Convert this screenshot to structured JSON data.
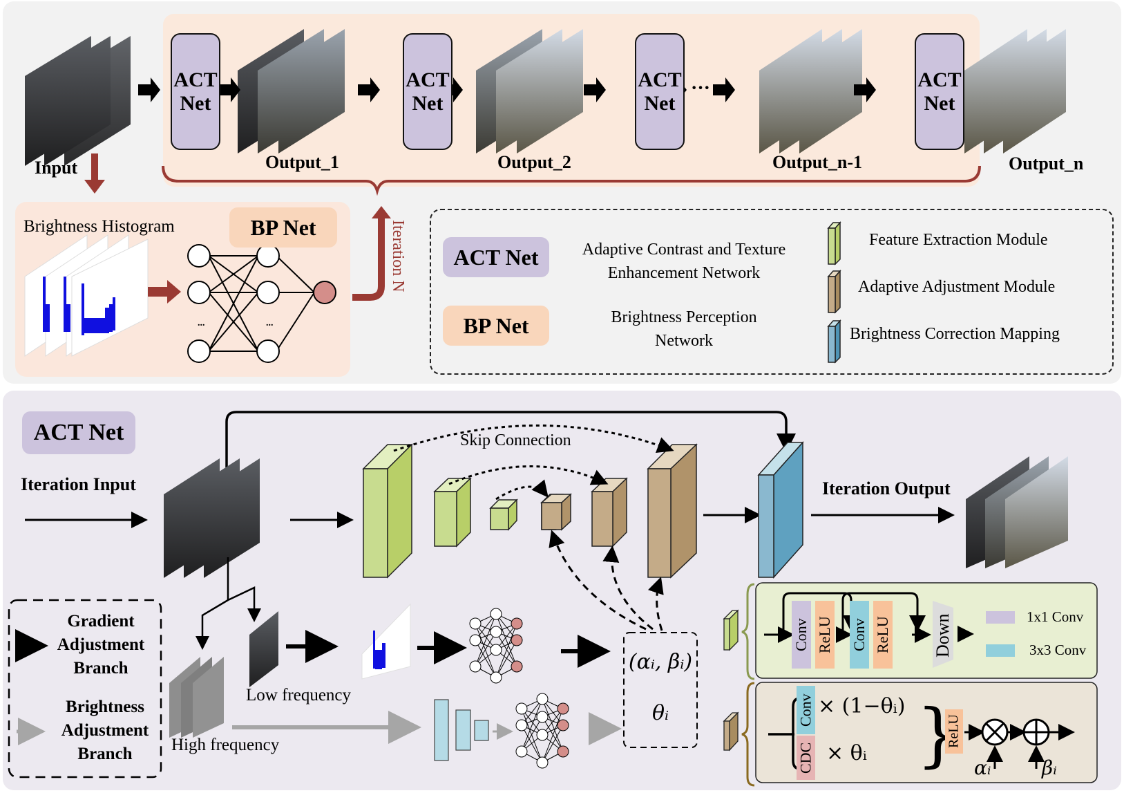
{
  "top": {
    "pipeline": {
      "input_label": "Input",
      "act_net_block_line1": "ACT",
      "act_net_block_line2": "Net",
      "outputs": [
        "Output_1",
        "Output_2",
        "Output_n-1",
        "Output_n"
      ],
      "ellipsis": "···"
    },
    "bp": {
      "histogram_label": "Brightness Histogram",
      "title": "BP Net",
      "iteration_label": "Iteration N",
      "nn_ellipsis": "..."
    },
    "legend": {
      "act_pill": "ACT Net",
      "act_desc_line1": "Adaptive Contrast and Texture",
      "act_desc_line2": "Enhancement Network",
      "bp_pill": "BP Net",
      "bp_desc_line1": "Brightness Perception",
      "bp_desc_line2": "Network",
      "modules": [
        {
          "label": "Feature Extraction Module",
          "color": "#c8dc8f"
        },
        {
          "label": "Adaptive Adjustment Module",
          "color": "#b89c6f"
        },
        {
          "label": "Brightness Correction Mapping",
          "color": "#5fa1c0"
        }
      ]
    }
  },
  "bottom": {
    "title": "ACT Net",
    "iteration_input": "Iteration Input",
    "iteration_output": "Iteration Output",
    "skip_connection": "Skip Connection",
    "low_frequency": "Low frequency",
    "high_frequency": "High frequency",
    "params": {
      "alpha_beta": "(αᵢ, βᵢ)",
      "theta": "θᵢ"
    },
    "branch_legend": {
      "gradient": [
        "Gradient",
        "Adjustment",
        "Branch"
      ],
      "brightness": [
        "Brightness",
        "Adjustment",
        "Branch"
      ]
    },
    "feature_block": {
      "conv1": "Conv",
      "relu1": "ReLU",
      "conv2": "Conv",
      "relu2": "ReLU",
      "down": "Down",
      "key_1x1": "1x1 Conv",
      "key_3x3": "3x3 Conv"
    },
    "adjust_block": {
      "conv": "Conv",
      "cdc": "CDC",
      "conv_factor": "× (1−θᵢ)",
      "cdc_factor": "×  θᵢ",
      "relu": "ReLU",
      "alpha": "αᵢ",
      "beta": "βᵢ"
    }
  },
  "colors": {
    "act_purple": "#ccc3dd",
    "bp_peach": "#f9d6bb",
    "arrow_red": "#9a3a33",
    "feature_green": "#c8dc8f",
    "adjust_brown": "#c4ab88",
    "mapping_blue": "#5fa1c0",
    "conv3_blue": "#91cfdc",
    "relu_orange": "#f8c29a",
    "cdc_pink": "#e6b4b4"
  }
}
